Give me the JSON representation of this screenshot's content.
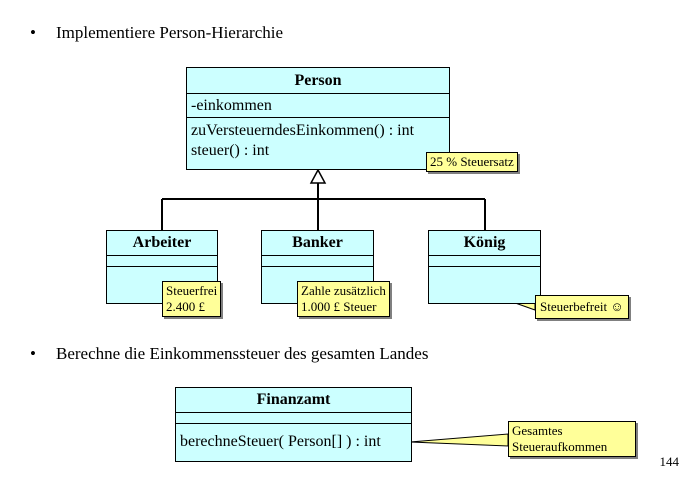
{
  "bullets": [
    {
      "marker": "•",
      "text": "Implementiere Person-Hierarchie"
    },
    {
      "marker": "•",
      "text": "Berechne die Einkommenssteuer des gesamten Landes"
    }
  ],
  "classes": {
    "person": {
      "name": "Person",
      "attributes": [
        "-einkommen"
      ],
      "operations": [
        "zuVersteuerndesEinkommen() : int",
        "steuer() : int"
      ]
    },
    "arbeiter": {
      "name": "Arbeiter"
    },
    "banker": {
      "name": "Banker"
    },
    "koenig": {
      "name": "König"
    },
    "finanzamt": {
      "name": "Finanzamt",
      "operations": [
        "berechneSteuer( Person[] ) : int"
      ]
    }
  },
  "notes": {
    "steuersatz": [
      "25 % Steuersatz"
    ],
    "arbeiter": [
      "Steuerfrei",
      "2.400 £"
    ],
    "banker": [
      "Zahle zusätzlich",
      "1.000 £ Steuer"
    ],
    "koenig": [
      "Steuerbefreit ☺"
    ],
    "finanzamt": [
      "Gesamtes",
      "Steueraufkommen"
    ]
  },
  "page_number": "144",
  "colors": {
    "class_fill": "#ccffff",
    "note_fill": "#ffff99",
    "line": "#000000"
  }
}
